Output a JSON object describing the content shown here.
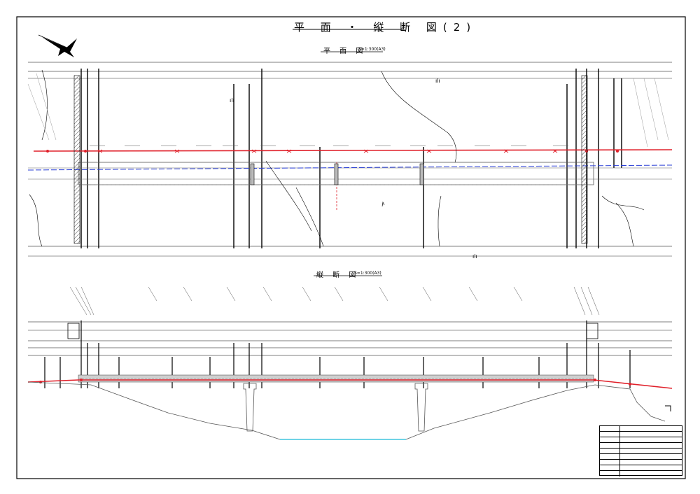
{
  "drawing": {
    "title": "平 面 ・ 縦 断 図(2)",
    "subtitle": "",
    "plan_view": {
      "title": "平 面 図",
      "scale": "S=1:300(A3)"
    },
    "profile_view": {
      "title": "縦 断 図",
      "scale": "S=1:300(A3)"
    },
    "river_label": ""
  },
  "title_block": {
    "rows": 9
  },
  "colors": {
    "line": "#000000",
    "red_pipe": "#e0202a",
    "blue_pipe": "#2a3fd6",
    "water": "#6fd3e6",
    "grey": "#8a8a8a"
  }
}
